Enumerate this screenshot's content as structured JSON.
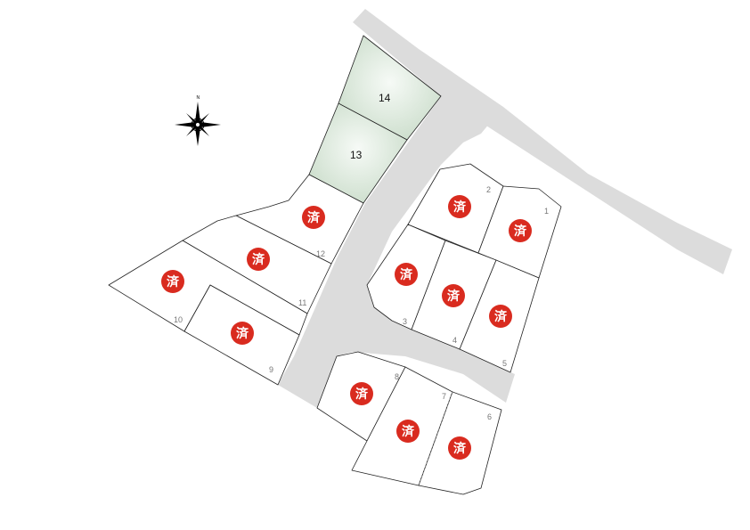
{
  "sold_marker": "済",
  "compass": {
    "label": "N"
  },
  "lots": {
    "l1": "1",
    "l2": "2",
    "l3": "3",
    "l4": "4",
    "l5": "5",
    "l6": "6",
    "l7": "7",
    "l8": "8",
    "l9": "9",
    "l10": "10",
    "l11": "11",
    "l12": "12",
    "l13": "13",
    "l14": "14"
  },
  "status": {
    "l1": "sold",
    "l2": "sold",
    "l3": "sold",
    "l4": "sold",
    "l5": "sold",
    "l6": "sold",
    "l7": "sold",
    "l8": "sold",
    "l9": "sold",
    "l10": "sold",
    "l11": "sold",
    "l12": "sold",
    "l13": "available",
    "l14": "available"
  },
  "colors": {
    "sold": "#d92b1f",
    "available_light": "#f6faf6",
    "available_dark": "#c8dbc8",
    "road": "#dcdcdc"
  }
}
